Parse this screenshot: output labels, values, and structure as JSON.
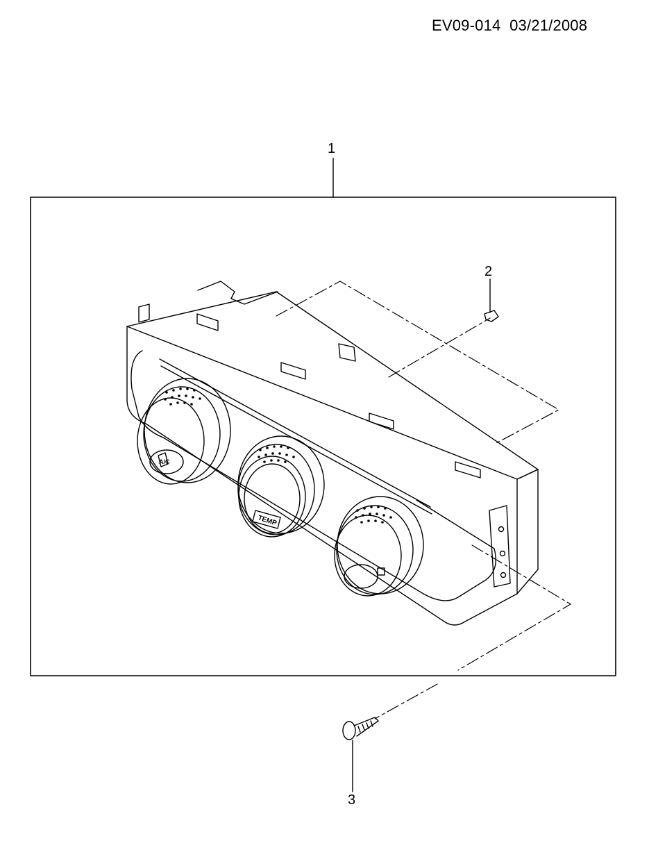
{
  "header": {
    "doc_code": "EV09-014  03/21/2008"
  },
  "callouts": {
    "one": "1",
    "two": "2",
    "three": "3"
  },
  "knobs": {
    "center_label": "TEMP",
    "left_badge": "A/C"
  },
  "colors": {
    "line": "#000000",
    "background": "#ffffff"
  }
}
